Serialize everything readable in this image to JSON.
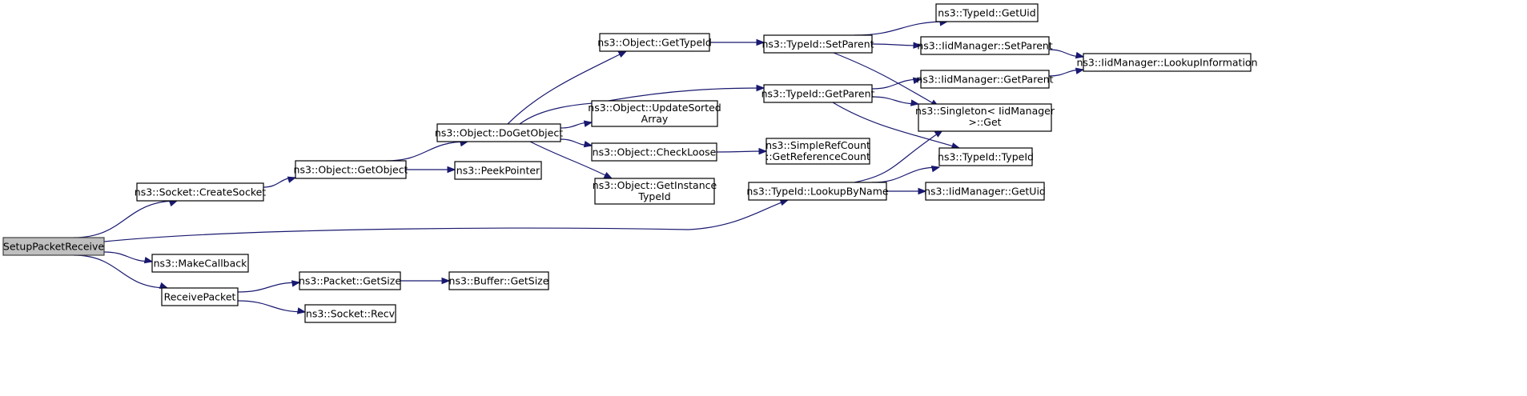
{
  "diagram": {
    "nodes": [
      {
        "id": "setup",
        "label": "SetupPacketReceive",
        "root": true
      },
      {
        "id": "createsocket",
        "label": "ns3::Socket::CreateSocket"
      },
      {
        "id": "getobject",
        "label": "ns3::Object::GetObject"
      },
      {
        "id": "dogetobject",
        "label": "ns3::Object::DoGetObject"
      },
      {
        "id": "gettypeid",
        "label": "ns3::Object::GetTypeId"
      },
      {
        "id": "updatesorted",
        "label": "ns3::Object::UpdateSorted Array"
      },
      {
        "id": "checkloose",
        "label": "ns3::Object::CheckLoose"
      },
      {
        "id": "getinstance",
        "label": "ns3::Object::GetInstance TypeId"
      },
      {
        "id": "peekpointer",
        "label": "ns3::PeekPointer"
      },
      {
        "id": "setparent",
        "label": "ns3::TypeId::SetParent"
      },
      {
        "id": "getparent",
        "label": "ns3::TypeId::GetParent"
      },
      {
        "id": "getrefcount",
        "label": "ns3::SimpleRefCount ::GetReferenceCount"
      },
      {
        "id": "lookupbyname",
        "label": "ns3::TypeId::LookupByName"
      },
      {
        "id": "getuid",
        "label": "ns3::TypeId::GetUid"
      },
      {
        "id": "iidsetparent",
        "label": "ns3::IidManager::SetParent"
      },
      {
        "id": "iidgetparent",
        "label": "ns3::IidManager::GetParent"
      },
      {
        "id": "singleton",
        "label": "ns3::Singleton< IidManager >::Get"
      },
      {
        "id": "typeidctor",
        "label": "ns3::TypeId::TypeId"
      },
      {
        "id": "iidgetuid",
        "label": "ns3::IidManager::GetUid"
      },
      {
        "id": "lookupinfo",
        "label": "ns3::IidManager::LookupInformation"
      },
      {
        "id": "makecallback",
        "label": "ns3::MakeCallback"
      },
      {
        "id": "receivepacket",
        "label": "ReceivePacket"
      },
      {
        "id": "pktgetsize",
        "label": "ns3::Packet::GetSize"
      },
      {
        "id": "bufgetsize",
        "label": "ns3::Buffer::GetSize"
      },
      {
        "id": "socketrecv",
        "label": "ns3::Socket::Recv"
      }
    ],
    "edges": [
      [
        "setup",
        "createsocket"
      ],
      [
        "setup",
        "lookupbyname"
      ],
      [
        "setup",
        "makecallback"
      ],
      [
        "setup",
        "receivepacket"
      ],
      [
        "createsocket",
        "getobject"
      ],
      [
        "getobject",
        "dogetobject"
      ],
      [
        "getobject",
        "peekpointer"
      ],
      [
        "dogetobject",
        "gettypeid"
      ],
      [
        "dogetobject",
        "getparent"
      ],
      [
        "dogetobject",
        "updatesorted"
      ],
      [
        "dogetobject",
        "checkloose"
      ],
      [
        "dogetobject",
        "getinstance"
      ],
      [
        "gettypeid",
        "setparent"
      ],
      [
        "checkloose",
        "getrefcount"
      ],
      [
        "setparent",
        "getuid"
      ],
      [
        "setparent",
        "iidsetparent"
      ],
      [
        "setparent",
        "singleton"
      ],
      [
        "getparent",
        "iidgetparent"
      ],
      [
        "getparent",
        "singleton"
      ],
      [
        "getparent",
        "typeidctor"
      ],
      [
        "lookupbyname",
        "singleton"
      ],
      [
        "lookupbyname",
        "typeidctor"
      ],
      [
        "lookupbyname",
        "iidgetuid"
      ],
      [
        "iidsetparent",
        "lookupinfo"
      ],
      [
        "iidgetparent",
        "lookupinfo"
      ],
      [
        "receivepacket",
        "pktgetsize"
      ],
      [
        "receivepacket",
        "socketrecv"
      ],
      [
        "pktgetsize",
        "bufgetsize"
      ]
    ]
  },
  "colors": {
    "edge": "#191970",
    "node_border": "#000000",
    "root_fill": "#bfbfbf",
    "node_fill": "#ffffff"
  }
}
